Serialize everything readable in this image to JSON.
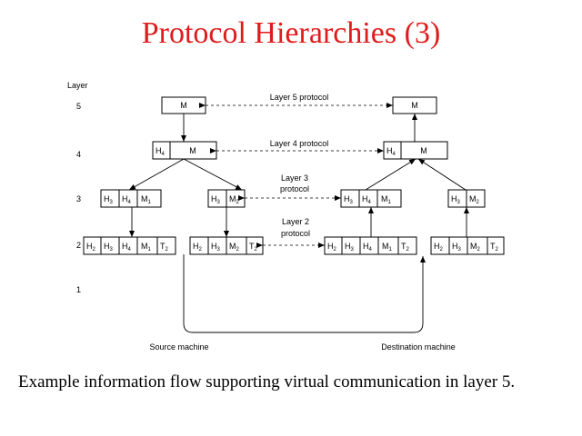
{
  "slide": {
    "title": "Protocol Hierarchies (3)",
    "caption": "Example information flow supporting virtual communication in layer 5."
  },
  "diagram": {
    "layer_heading": "Layer",
    "layers": [
      "5",
      "4",
      "3",
      "2",
      "1"
    ],
    "protocol_labels": {
      "layer5": "Layer 5 protocol",
      "layer4": "Layer 4 protocol",
      "layer3_line1": "Layer 3",
      "layer3_line2": "protocol",
      "layer2_line1": "Layer 2",
      "layer2_line2": "protocol"
    },
    "machines": {
      "source": "Source machine",
      "destination": "Destination machine"
    },
    "message": "M",
    "header_letter": "H",
    "trailer_letter": "T",
    "subscripts": {
      "h2": "2",
      "h3": "3",
      "h4": "4",
      "t2": "2",
      "m1": "1",
      "m2": "2"
    }
  }
}
